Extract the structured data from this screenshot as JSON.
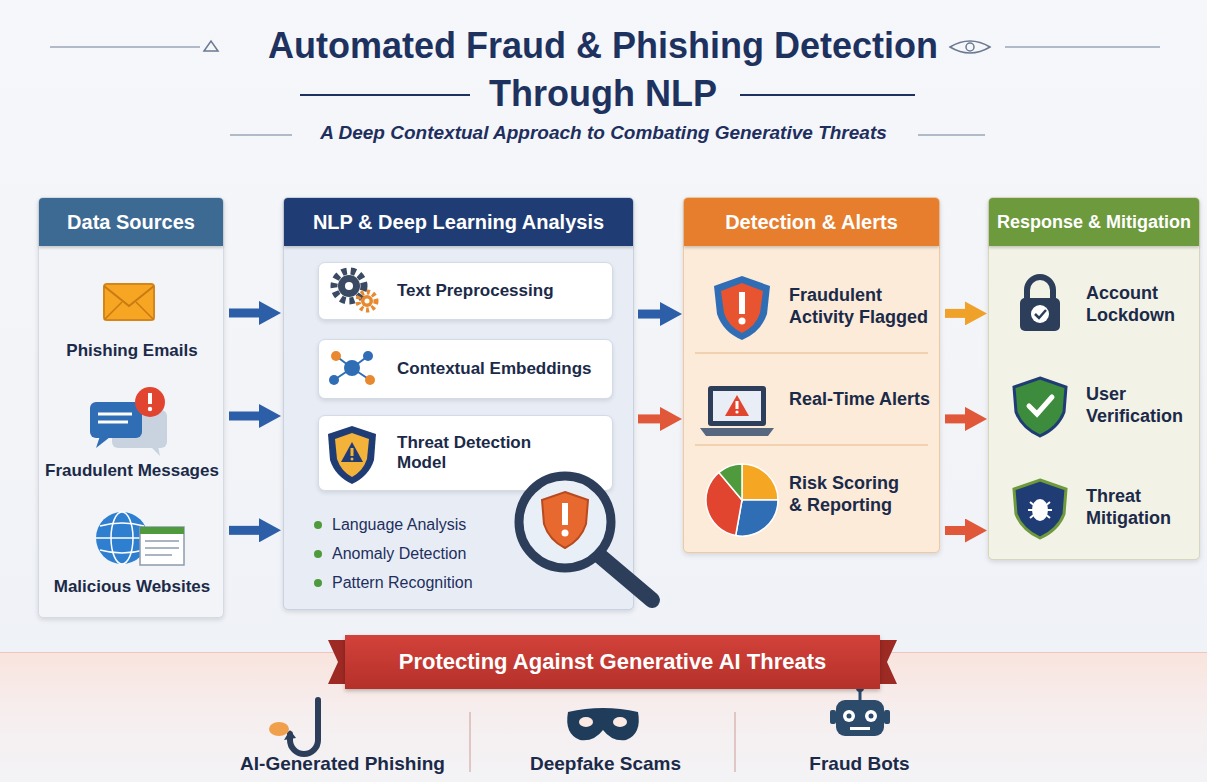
{
  "diagram": {
    "title": "Automated Fraud & Phishing Detection Through NLP",
    "nodes": [
      {
        "text": [
          "Data Sources"
        ]
      },
      {
        "text": [
          "Phishing Emails"
        ],
        "in": 0
      },
      {
        "text": [
          "Fraudulent Messages"
        ],
        "in": 0
      },
      {
        "text": [
          "Malicious Websites"
        ],
        "in": 0
      },
      {
        "text": [
          "NLP & Deep Learning Analysis",
          "Language Analysis",
          "Anomaly Detection",
          "Pattern Recognition"
        ]
      },
      {
        "text": [
          "Text Preprocessing"
        ],
        "in": 4
      },
      {
        "text": [
          "Contextual Embeddings"
        ],
        "in": 4
      },
      {
        "text": [
          "Threat Detection Model"
        ],
        "in": 4
      },
      {
        "text": [
          "Detection & Alerts"
        ]
      },
      {
        "text": [
          "Fraudulent Activity Flagged"
        ],
        "in": 8
      },
      {
        "text": [
          "Real-Time Alerts"
        ],
        "in": 8
      },
      {
        "text": [
          "Risk Scoring & Reporting"
        ],
        "in": 8
      },
      {
        "text": [
          "Response & Mitigation"
        ]
      },
      {
        "text": [
          "Account Lockdown"
        ],
        "in": 12
      },
      {
        "text": [
          "User Verification"
        ],
        "in": 12
      },
      {
        "text": [
          "Threat Mitigation"
        ],
        "in": 12
      },
      {
        "text": [
          "Protecting Against Generative AI Threats"
        ]
      },
      {
        "text": [
          "AI-Generated Phishing"
        ],
        "in": 16
      },
      {
        "text": [
          "Deepfake Scams"
        ],
        "in": 16
      },
      {
        "text": [
          "Fraud Bots"
        ],
        "in": 16
      }
    ],
    "edges": [
      {
        "from": 1,
        "to": 4,
        "arrow": "to"
      },
      {
        "from": 2,
        "to": 4,
        "arrow": "to"
      },
      {
        "from": 3,
        "to": 4,
        "arrow": "to"
      },
      {
        "from": 4,
        "to": 9,
        "arrow": "to"
      },
      {
        "from": 4,
        "to": 10,
        "arrow": "to"
      },
      {
        "from": 9,
        "to": 13,
        "arrow": "to"
      },
      {
        "from": 10,
        "to": 14,
        "arrow": "to"
      },
      {
        "from": 11,
        "to": 15,
        "arrow": "to"
      }
    ],
    "labels": [
      "A Deep Contextual Approach to Combating Generative Threats"
    ]
  }
}
